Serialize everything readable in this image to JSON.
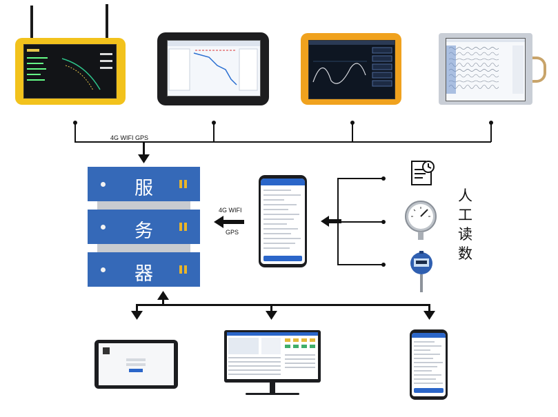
{
  "top_devices": [
    {
      "name": "yellow-handheld-monitor"
    },
    {
      "name": "black-tablet-monitor"
    },
    {
      "name": "orange-rugged-monitor"
    },
    {
      "name": "desktop-seismic-monitor"
    }
  ],
  "labels": {
    "top_network": "4G WIFI GPS",
    "mid_network_line1": "4G WIFI",
    "mid_network_line2": "GPS"
  },
  "server": {
    "chars": [
      "服",
      "务",
      "器"
    ]
  },
  "manual_reading": [
    "人",
    "工",
    "读",
    "数"
  ],
  "colors": {
    "server_blue": "#3569b8",
    "server_gray": "#c8cbd0",
    "accent_yellow": "#e9b52a",
    "line": "#111111"
  }
}
